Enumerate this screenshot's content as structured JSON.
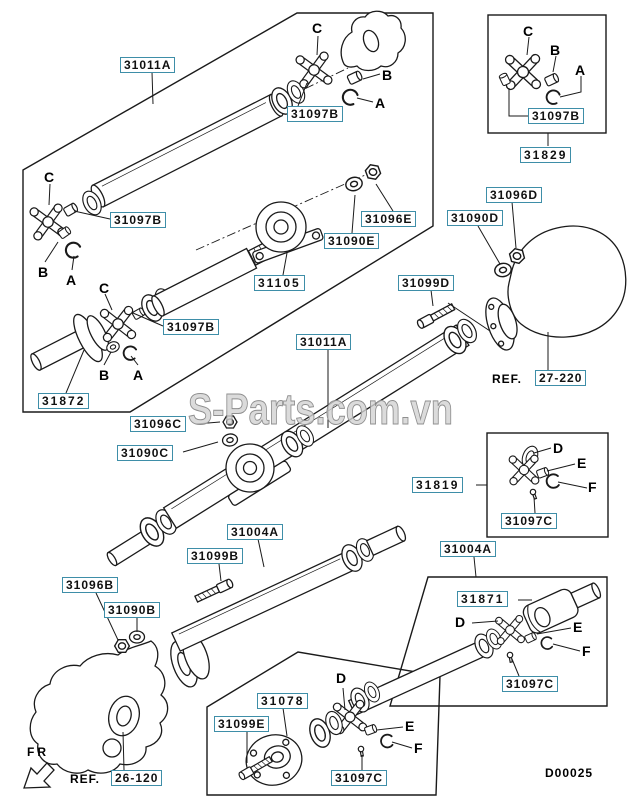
{
  "meta": {
    "drawing_code": "D00025",
    "watermark": "S-Parts.com.vn",
    "fr_label": "FR",
    "ref_prefix": "REF."
  },
  "colors": {
    "label_border": "#3e8ea8",
    "diagram_line": "#1a1a1a",
    "watermark_fill": "#d2d2d2"
  },
  "parts": {
    "p31011a": "31011A",
    "p31097b": "31097B",
    "p31829": "31829",
    "p31105": "31105",
    "p31090e": "31090E",
    "p31096e": "31096E",
    "p31096d": "31096D",
    "p31090d": "31090D",
    "p31099d": "31099D",
    "p31872": "31872",
    "p31096c": "31096C",
    "p31090c": "31090C",
    "p31819": "31819",
    "p31097c": "31097C",
    "p31004a": "31004A",
    "p31099b": "31099B",
    "p31096b": "31096B",
    "p31090b": "31090B",
    "p31871": "31871",
    "p31078": "31078",
    "p31099e": "31099E"
  },
  "refs": {
    "diff": "27-220",
    "transfer": "26-120"
  },
  "letters": {
    "a": "A",
    "b": "B",
    "c": "C",
    "d": "D",
    "e": "E",
    "f": "F"
  }
}
